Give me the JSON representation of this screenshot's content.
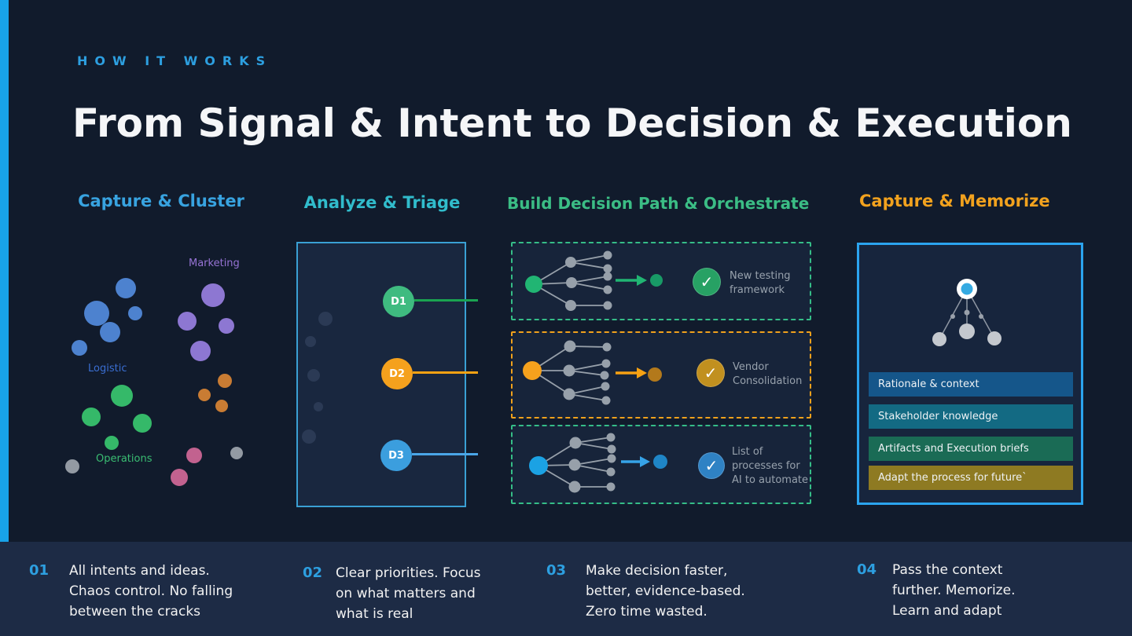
{
  "header": {
    "eyebrow": "HOW IT WORKS",
    "title": "From Signal & Intent to Decision & Execution"
  },
  "columns": [
    {
      "label": "Capture & Cluster",
      "color": "#38a3e0"
    },
    {
      "label": "Analyze & Triage",
      "color": "#31bccc"
    },
    {
      "label": "Build Decision Path & Orchestrate",
      "color": "#3bbd85"
    },
    {
      "label": "Capture & Memorize",
      "color": "#f2a21e"
    }
  ],
  "cluster": {
    "labels": {
      "marketing": "Marketing",
      "logistic": "Logistic",
      "operations": "Operations"
    },
    "label_colors": {
      "marketing": "#9673d4",
      "logistic": "#3a6ed2",
      "operations": "#3abd72"
    },
    "dot_colors": {
      "blue": "#4d82cf",
      "purple": "#8d77d2",
      "green": "#35b969",
      "orange": "#c97c33",
      "pink": "#c2628f",
      "gray": "#939aa3"
    }
  },
  "triage": {
    "nodes": [
      {
        "label": "D1",
        "color": "#3fbb80",
        "line_color": "#1aa351"
      },
      {
        "label": "D2",
        "color": "#f5a11d",
        "line_color": "#f7a213"
      },
      {
        "label": "D3",
        "color": "#3b9ede",
        "line_color": "#4aa6e8"
      }
    ]
  },
  "decisions": [
    {
      "outcome": "New testing\nframework",
      "accent": "#21b573",
      "check_color": "#27a164",
      "border": "#35bd87"
    },
    {
      "outcome": "Vendor\nConsolidation",
      "accent": "#f5a11d",
      "check_color": "#c1901f",
      "border": "#f0a11c"
    },
    {
      "outcome": "List of\nprocesses for\nAI to automate",
      "accent": "#36a3e8",
      "check_color": "#2f82c4",
      "border": "#35bd87"
    }
  ],
  "memorize": {
    "bars": [
      {
        "label": "Rationale & context",
        "color": "#15568a"
      },
      {
        "label": "Stakeholder knowledge",
        "color": "#136a83"
      },
      {
        "label": "Artifacts and Execution briefs",
        "color": "#1a6b55"
      },
      {
        "label": "Adapt the process for future`",
        "color": "#8e7a22"
      }
    ]
  },
  "footer": {
    "items": [
      {
        "num": "01",
        "text": "All intents and ideas.\nChaos control. No falling\nbetween the cracks"
      },
      {
        "num": "02",
        "text": "Clear priorities. Focus\non what matters and\nwhat is real"
      },
      {
        "num": "03",
        "text": "Make decision faster,\nbetter, evidence-based.\nZero time wasted."
      },
      {
        "num": "04",
        "text": "Pass the context\nfurther. Memorize.\nLearn and adapt"
      }
    ]
  },
  "icons": {
    "check": "✓"
  },
  "colors": {
    "background": "#111b2c",
    "band": "#1d2b45",
    "stripe": "#18a3e9",
    "title": "#f5f6f8",
    "eyebrow": "#2d9fe0"
  }
}
